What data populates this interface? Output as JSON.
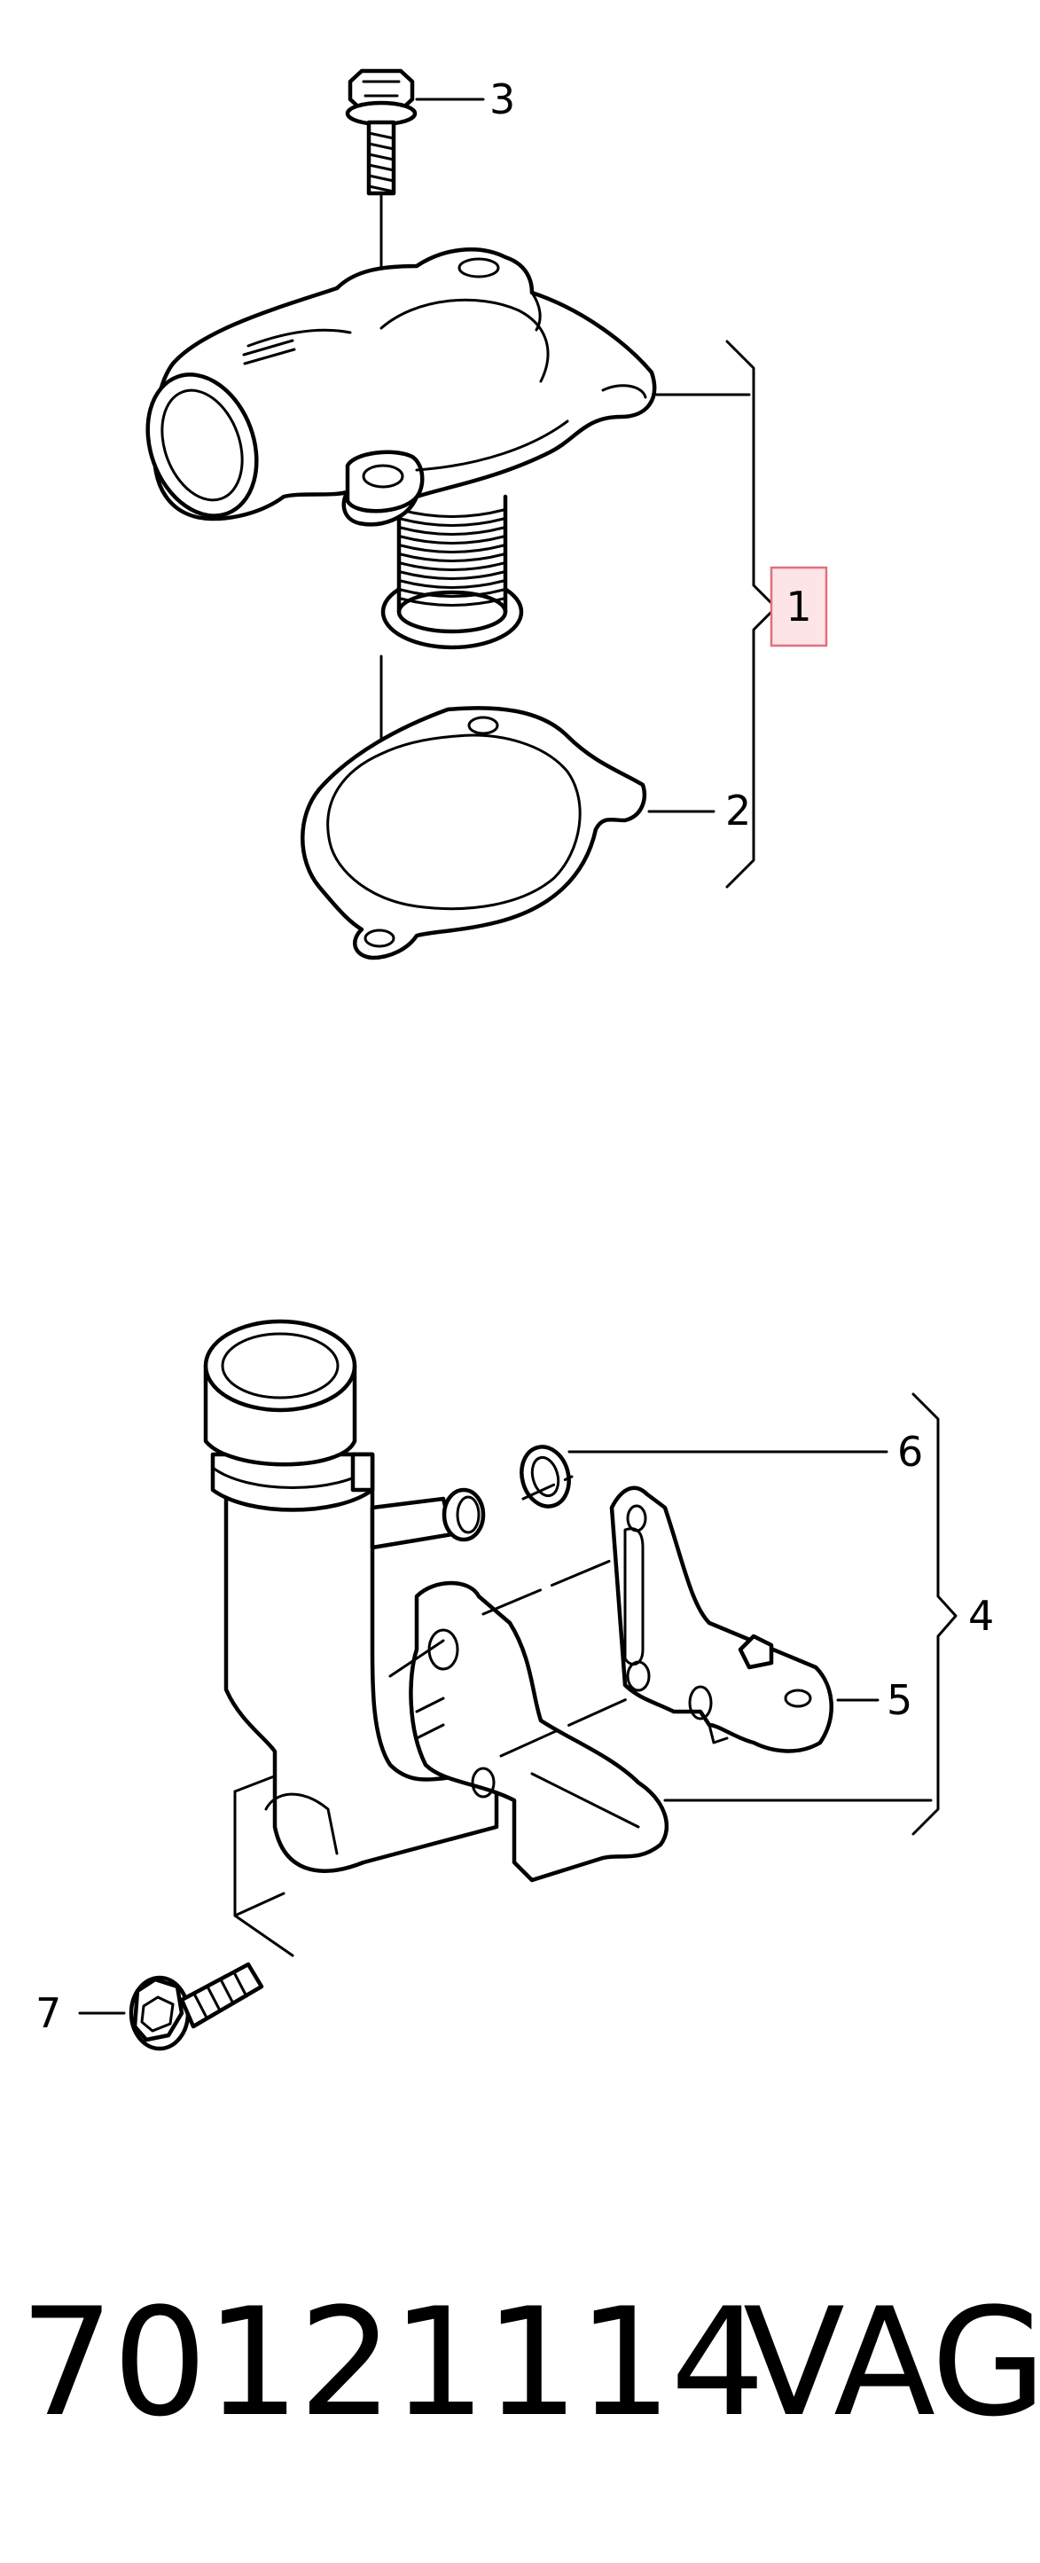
{
  "callouts": {
    "c1": "1",
    "c2": "2",
    "c3": "3",
    "c4": "4",
    "c5": "5",
    "c6": "6",
    "c7": "7"
  },
  "footer": {
    "part_number": "70121114",
    "brand": "VAG"
  },
  "colors": {
    "line": "#000000",
    "background": "#ffffff",
    "highlight_fill": "#fde4e6",
    "highlight_border": "#e0707c"
  }
}
